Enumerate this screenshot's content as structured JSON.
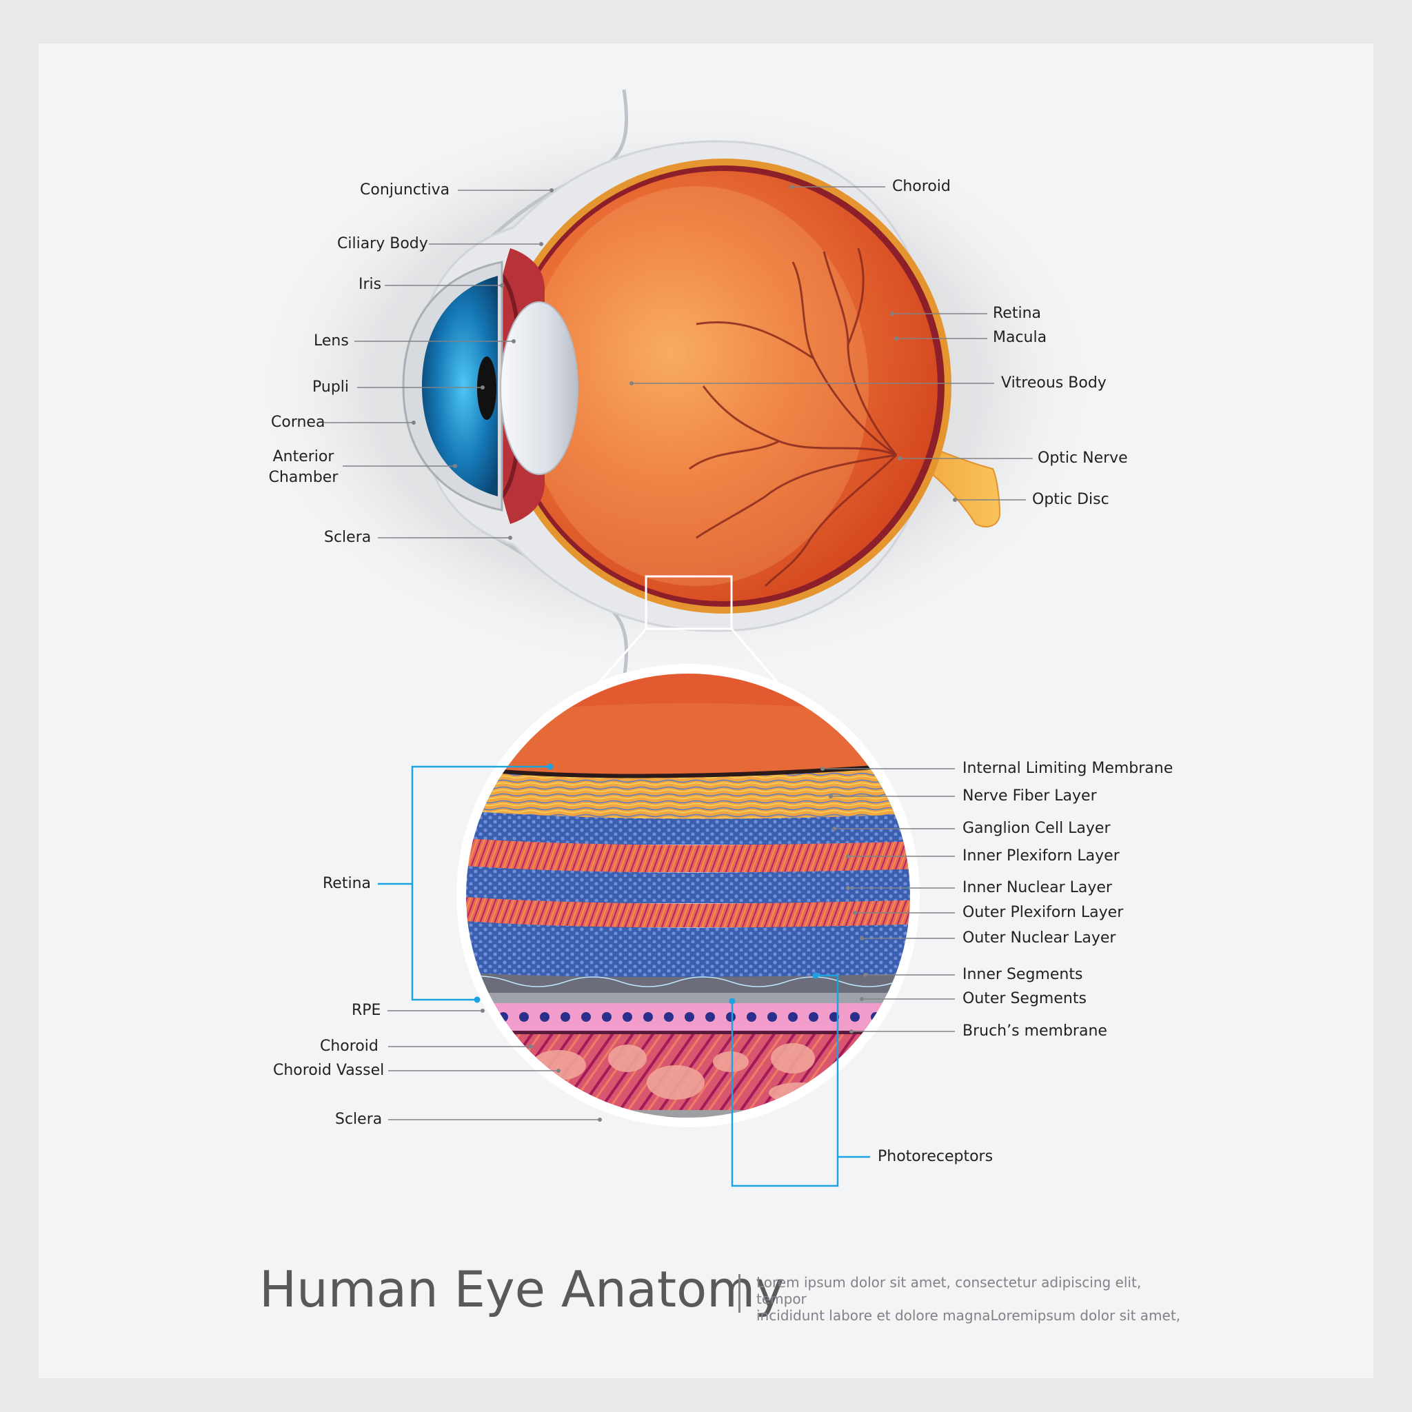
{
  "title": "Human Eye Anatomy",
  "description": {
    "line1": "Lorem ipsum dolor sit amet, consectetur adipiscing elit, tempor",
    "line2": "incididunt labore et dolore magnaLoremipsum dolor sit amet,"
  },
  "eye_labels": {
    "conjunctiva": "Conjunctiva",
    "ciliary_body": "Ciliary Body",
    "iris": "Iris",
    "lens": "Lens",
    "pupil": "Pupli",
    "cornea": "Cornea",
    "anterior_chamber_1": "Anterior",
    "anterior_chamber_2": "Chamber",
    "sclera": "Sclera",
    "choroid": "Choroid",
    "retina": "Retina",
    "macula": "Macula",
    "vitreous_body": "Vitreous Body",
    "optic_nerve": "Optic Nerve",
    "optic_disc": "Optic Disc"
  },
  "retina_labels": {
    "retina": "Retina",
    "rpe": "RPE",
    "choroid": "Choroid",
    "choroid_vessel": "Choroid Vassel",
    "sclera": "Sclera",
    "internal_limiting_membrane": "Internal Limiting Membrane",
    "nerve_fiber_layer": "Nerve Fiber Layer",
    "ganglion_cell_layer": "Ganglion Cell Layer",
    "inner_plexiform_layer": "Inner Plexiforn Layer",
    "inner_nuclear_layer": "Inner Nuclear Layer",
    "outer_plexiform_layer": "Outer Plexiforn Layer",
    "outer_nuclear_layer": "Outer Nuclear Layer",
    "inner_segments": "Inner Segments",
    "outer_segments": "Outer Segments",
    "bruchs_membrane": "Bruch’s membrane",
    "photoreceptors": "Photoreceptors"
  },
  "colors": {
    "eyeball": "#e8622c",
    "iris": "#1f8fd0",
    "lens": "#dfe3ea",
    "optic_nerve": "#f4a93b",
    "bracket": "#1aa3e0",
    "leader": "#808285"
  }
}
